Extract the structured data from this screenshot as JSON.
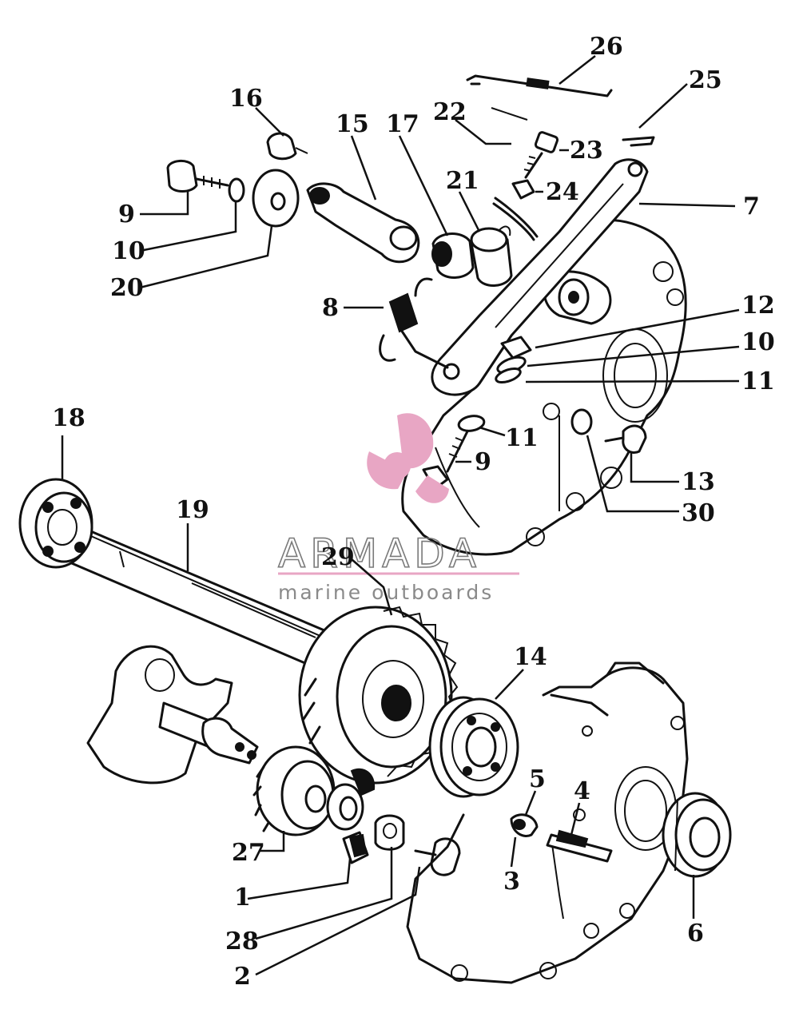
{
  "watermark": {
    "name": "ARMADA",
    "tagline": "marine outboards"
  },
  "callouts": [
    {
      "id": "26",
      "label": "26"
    },
    {
      "id": "25",
      "label": "25"
    },
    {
      "id": "16",
      "label": "16"
    },
    {
      "id": "15",
      "label": "15"
    },
    {
      "id": "17",
      "label": "17"
    },
    {
      "id": "22",
      "label": "22"
    },
    {
      "id": "23",
      "label": "23"
    },
    {
      "id": "21",
      "label": "21"
    },
    {
      "id": "24",
      "label": "24"
    },
    {
      "id": "7",
      "label": "7"
    },
    {
      "id": "9a",
      "label": "9"
    },
    {
      "id": "10a",
      "label": "10"
    },
    {
      "id": "20",
      "label": "20"
    },
    {
      "id": "8",
      "label": "8"
    },
    {
      "id": "12",
      "label": "12"
    },
    {
      "id": "10b",
      "label": "10"
    },
    {
      "id": "11a",
      "label": "11"
    },
    {
      "id": "18",
      "label": "18"
    },
    {
      "id": "11b",
      "label": "11"
    },
    {
      "id": "9b",
      "label": "9"
    },
    {
      "id": "13",
      "label": "13"
    },
    {
      "id": "19",
      "label": "19"
    },
    {
      "id": "30",
      "label": "30"
    },
    {
      "id": "29",
      "label": "29"
    },
    {
      "id": "14",
      "label": "14"
    },
    {
      "id": "5",
      "label": "5"
    },
    {
      "id": "4",
      "label": "4"
    },
    {
      "id": "27",
      "label": "27"
    },
    {
      "id": "3",
      "label": "3"
    },
    {
      "id": "1",
      "label": "1"
    },
    {
      "id": "6",
      "label": "6"
    },
    {
      "id": "28",
      "label": "28"
    },
    {
      "id": "2",
      "label": "2"
    }
  ]
}
